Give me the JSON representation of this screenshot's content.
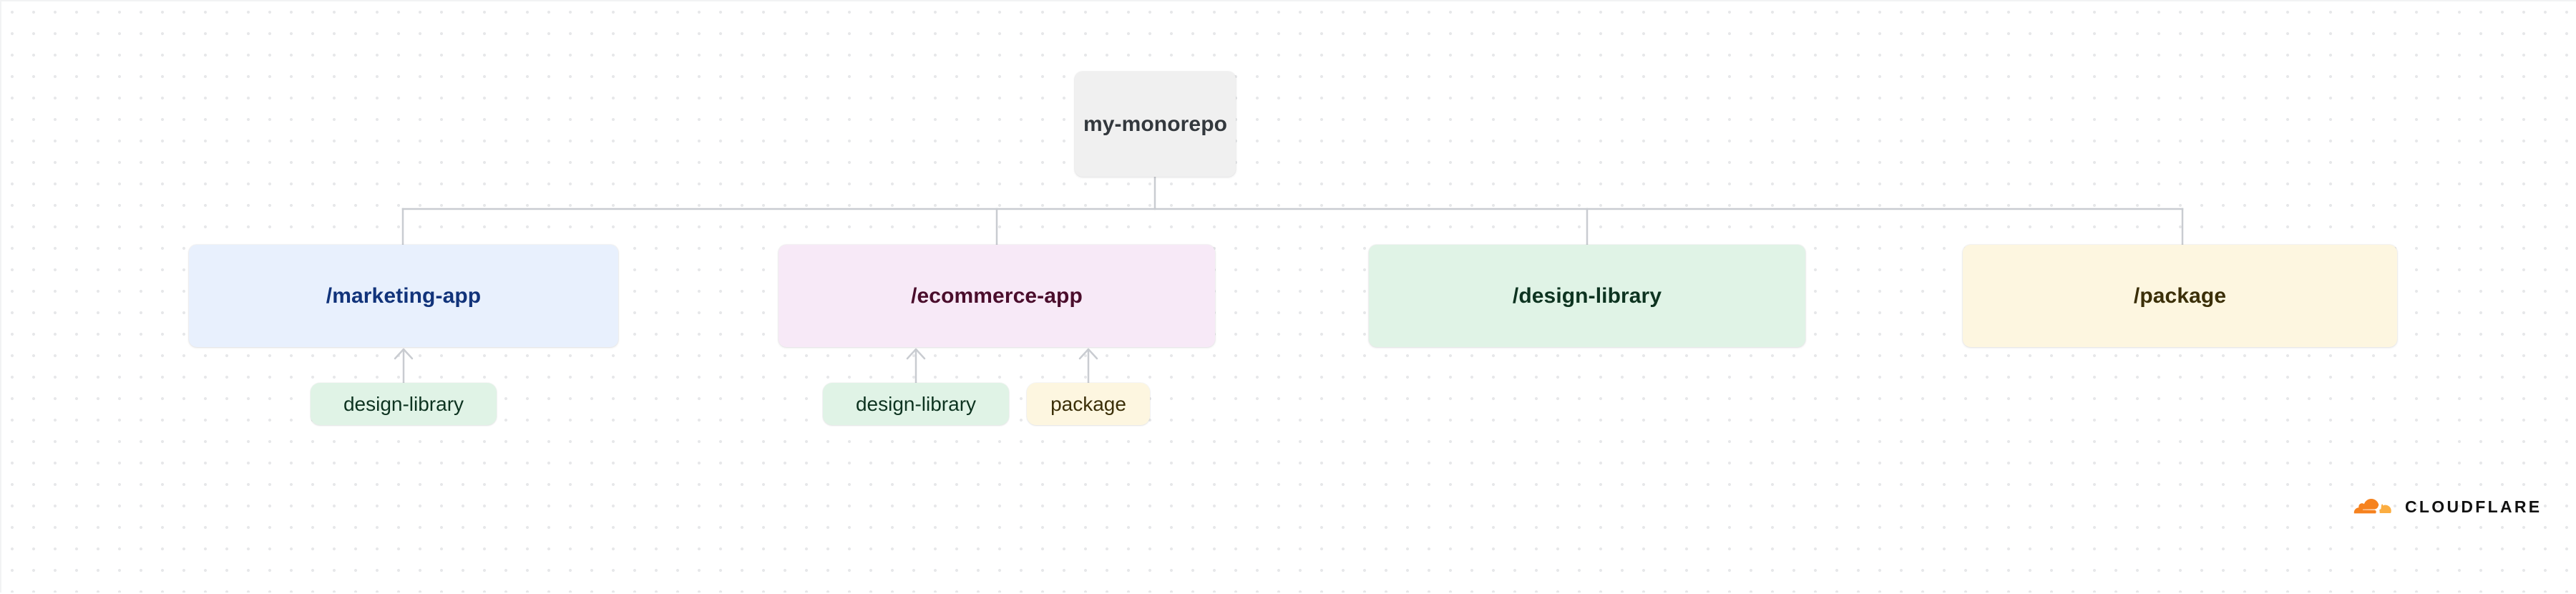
{
  "diagram": {
    "type": "dependency-tree",
    "root": {
      "label": "my-monorepo",
      "color": "#f0f0f0"
    },
    "children": [
      {
        "label": "/marketing-app",
        "color": "#e8f0fd",
        "text_color": "#11337a",
        "dependencies": [
          "design-library"
        ]
      },
      {
        "label": "/ecommerce-app",
        "color": "#f7e9f7",
        "text_color": "#4a0d2c",
        "dependencies": [
          "design-library",
          "package"
        ]
      },
      {
        "label": "/design-library",
        "color": "#e0f3e6",
        "text_color": "#0d3320",
        "dependencies": []
      },
      {
        "label": "/package",
        "color": "#fdf6e0",
        "text_color": "#3b2f08",
        "dependencies": []
      }
    ],
    "dependency_pills": [
      {
        "label": "design-library",
        "color": "#e0f3e6",
        "parent": "/marketing-app"
      },
      {
        "label": "design-library",
        "color": "#e0f3e6",
        "parent": "/ecommerce-app"
      },
      {
        "label": "package",
        "color": "#fdf6e0",
        "parent": "/ecommerce-app"
      }
    ]
  },
  "branding": {
    "wordmark": "CLOUDFLARE",
    "cloud_color_main": "#f6821f",
    "cloud_color_tail": "#fbad41"
  }
}
